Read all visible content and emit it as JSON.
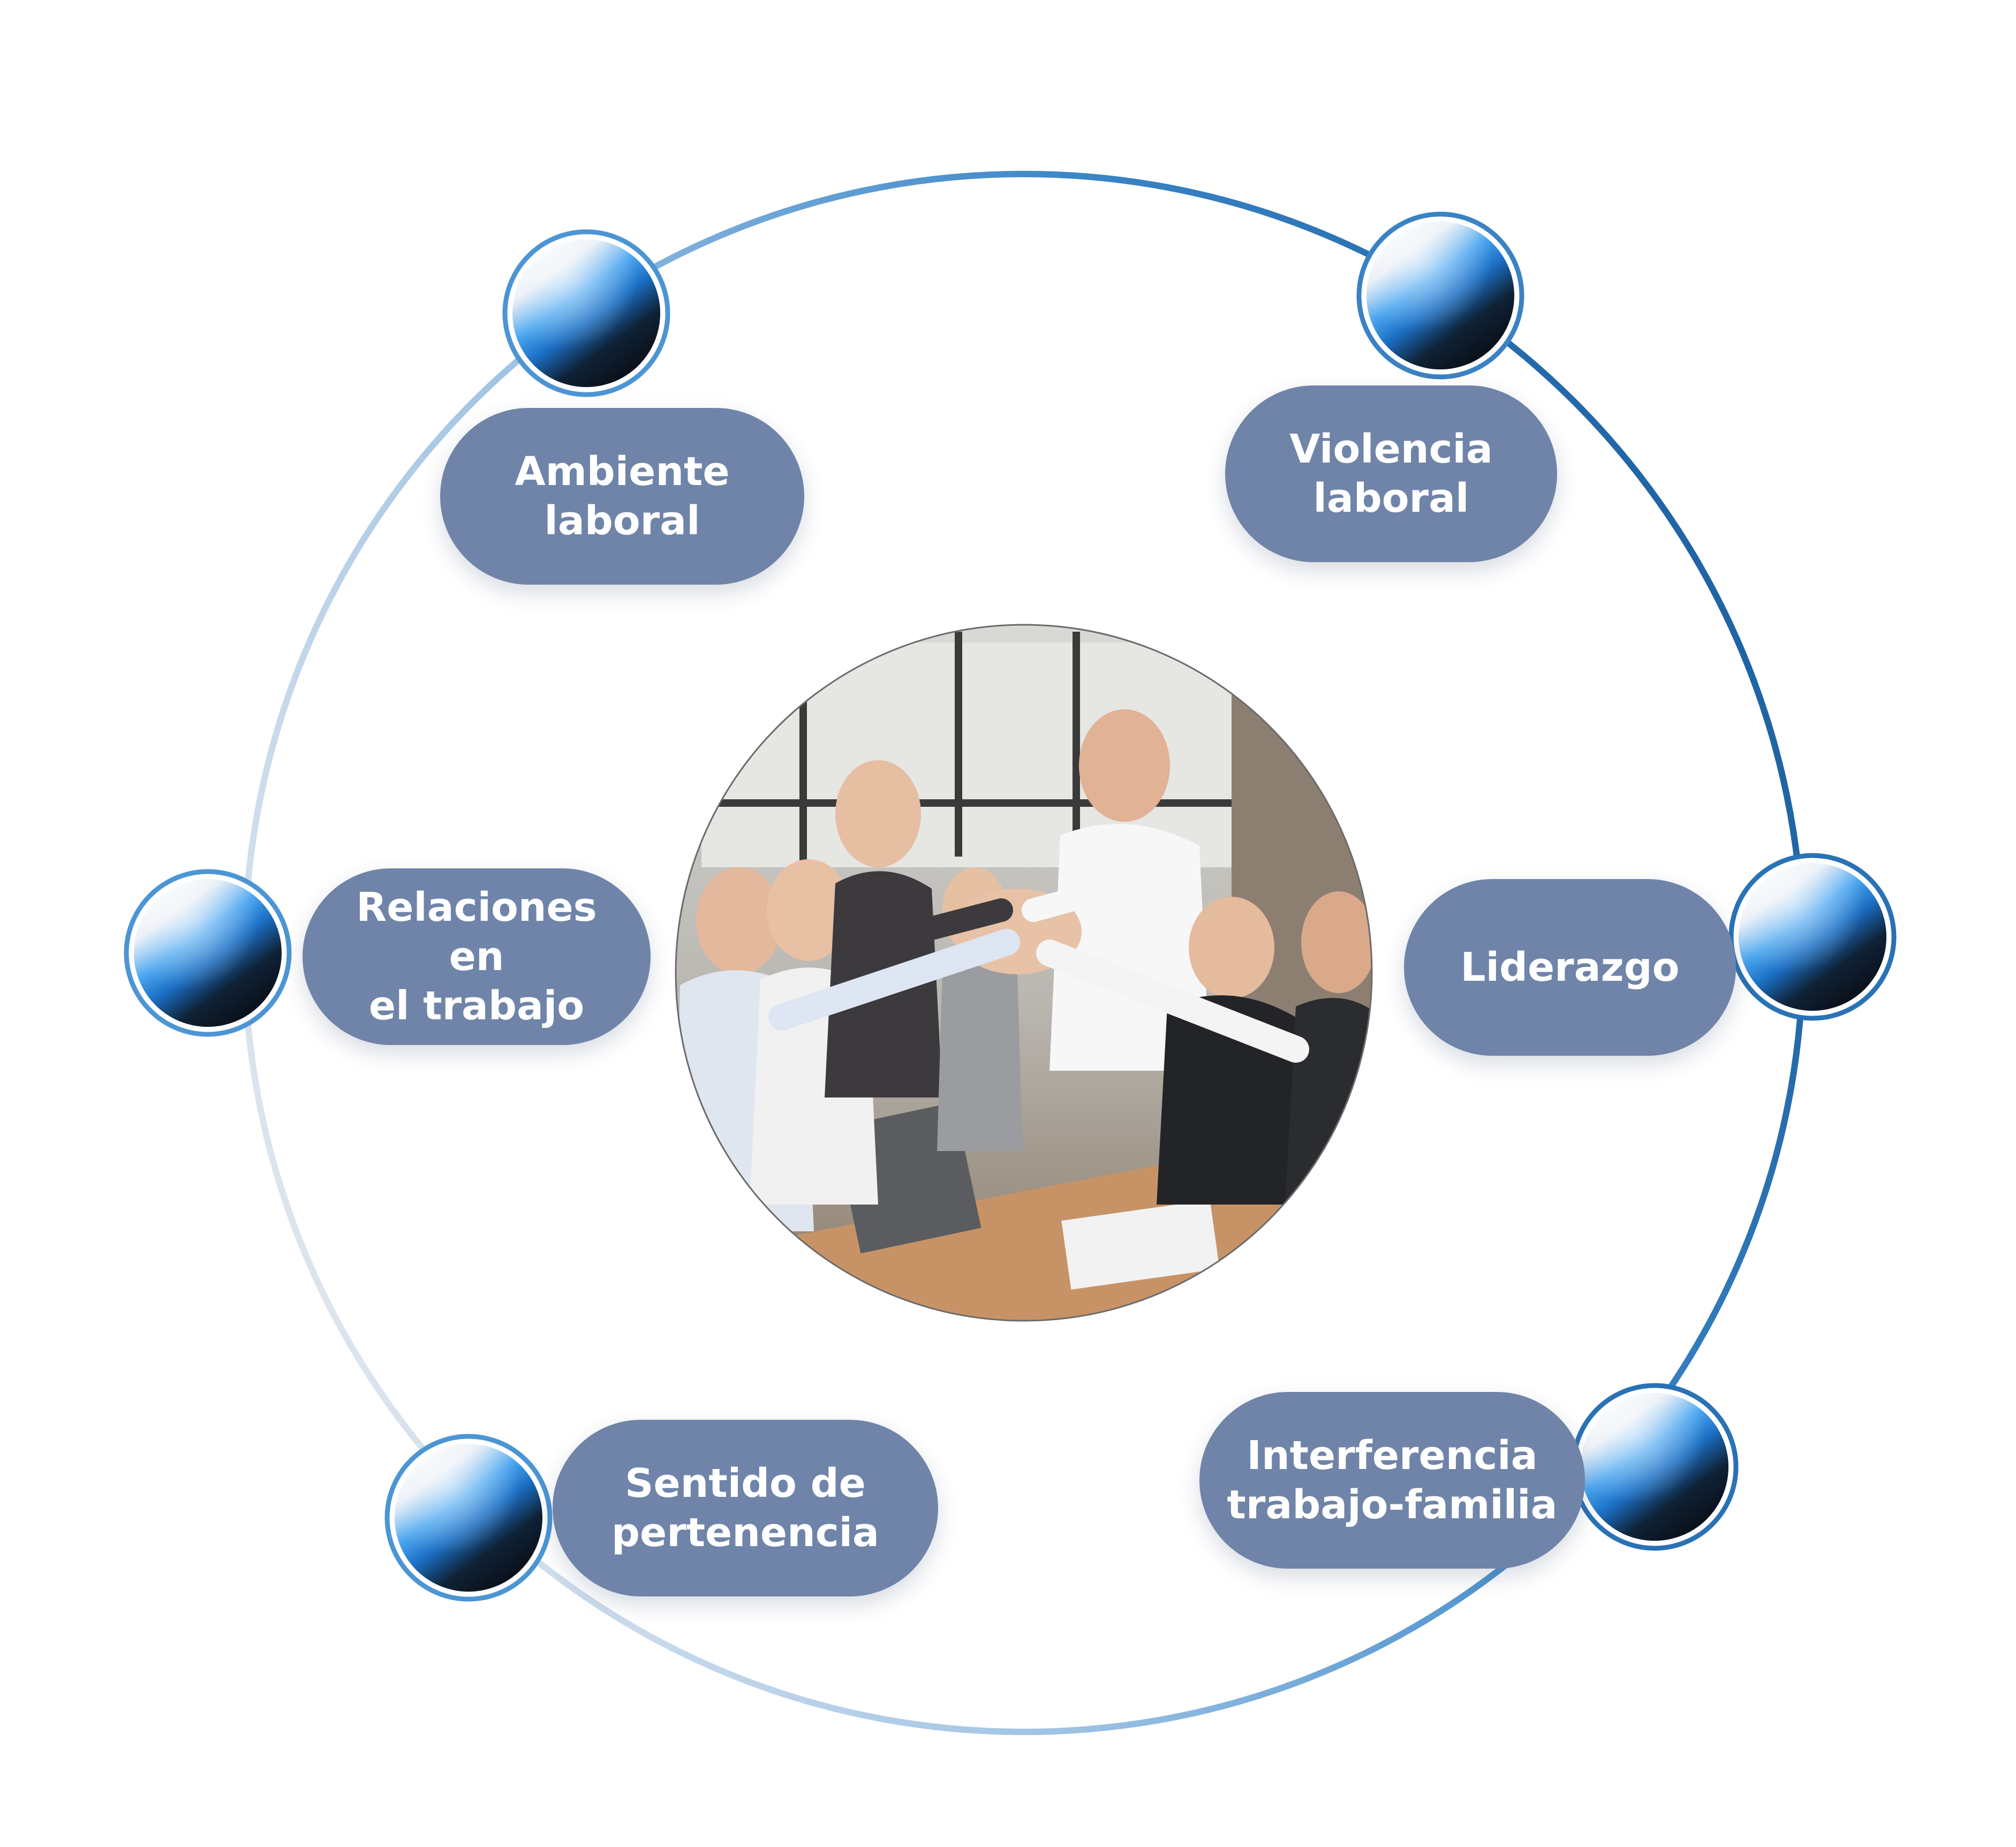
{
  "colors": {
    "pill_background": "#6f84a8",
    "pill_text": "#ffffff",
    "ring_light": "#d9e1ec",
    "ring_mid": "#5a9bd2",
    "ring_dark": "#1f66a8",
    "node_blue": "#2a8ee0",
    "node_dark": "#0e1726"
  },
  "center_photo": {
    "description_icon": "team-high-five-photo"
  },
  "nodes": [
    {
      "id": "ambiente",
      "label": "Ambiente\nlaboral",
      "icon": "sphere-node-icon"
    },
    {
      "id": "violencia",
      "label": "Violencia\nlaboral",
      "icon": "sphere-node-icon"
    },
    {
      "id": "relaciones",
      "label": "Relaciones en\nel trabajo",
      "icon": "sphere-node-icon"
    },
    {
      "id": "liderazgo",
      "label": "Liderazgo",
      "icon": "sphere-node-icon"
    },
    {
      "id": "sentido",
      "label": "Sentido de\npertenencia",
      "icon": "sphere-node-icon"
    },
    {
      "id": "interferencia",
      "label": "Interferencia\ntrabajo-familia",
      "icon": "sphere-node-icon"
    }
  ]
}
